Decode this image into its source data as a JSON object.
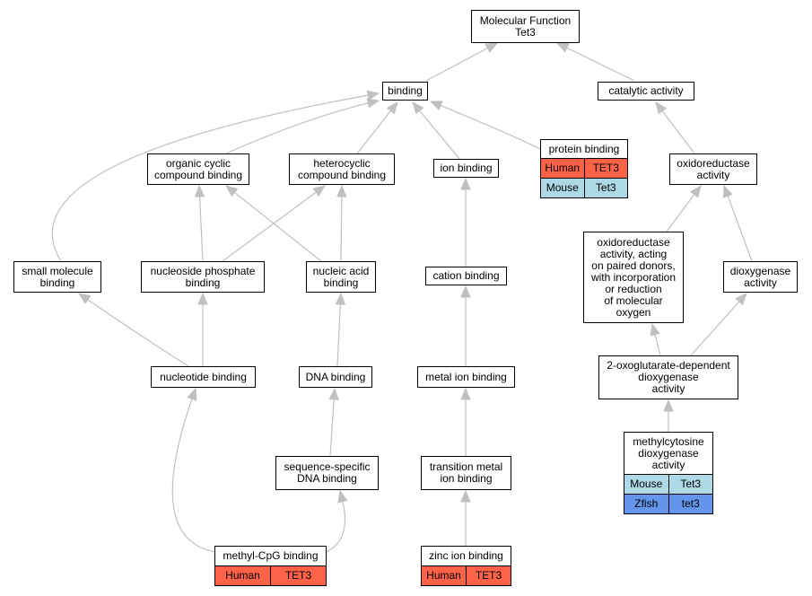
{
  "colors": {
    "edge": "#c0c0c0",
    "human": "#ff6347",
    "mouse": "#add8e6",
    "zfish": "#6495ed"
  },
  "nodes": {
    "mf": {
      "label": "Molecular Function\nTet3"
    },
    "binding": {
      "label": "binding"
    },
    "catalytic": {
      "label": "catalytic activity"
    },
    "organic_cyclic": {
      "label": "organic cyclic\ncompound binding"
    },
    "heterocyclic": {
      "label": "heterocyclic\ncompound binding"
    },
    "ion_binding": {
      "label": "ion binding"
    },
    "protein_binding": {
      "label": "protein binding",
      "annotations": [
        {
          "species": "Human",
          "gene": "TET3",
          "color": "#ff6347"
        },
        {
          "species": "Mouse",
          "gene": "Tet3",
          "color": "#add8e6"
        }
      ]
    },
    "oxidoreductase": {
      "label": "oxidoreductase\nactivity"
    },
    "small_molecule": {
      "label": "small molecule\nbinding"
    },
    "nucleoside_phosphate": {
      "label": "nucleoside phosphate\nbinding"
    },
    "nucleic_acid": {
      "label": "nucleic acid\nbinding"
    },
    "cation_binding": {
      "label": "cation binding"
    },
    "oxido_paired": {
      "label": "oxidoreductase\nactivity, acting\non paired donors,\nwith incorporation\nor reduction\nof molecular\noxygen"
    },
    "dioxygenase": {
      "label": "dioxygenase\nactivity"
    },
    "nucleotide_binding": {
      "label": "nucleotide binding"
    },
    "dna_binding": {
      "label": "DNA binding"
    },
    "metal_ion": {
      "label": "metal ion binding"
    },
    "oxoglutarate": {
      "label": "2-oxoglutarate-dependent\ndioxygenase\nactivity"
    },
    "seq_specific": {
      "label": "sequence-specific\nDNA binding"
    },
    "transition_metal": {
      "label": "transition metal\nion binding"
    },
    "methylcytosine": {
      "label": "methylcytosine\ndioxygenase\nactivity",
      "annotations": [
        {
          "species": "Mouse",
          "gene": "Tet3",
          "color": "#add8e6"
        },
        {
          "species": "Zfish",
          "gene": "tet3",
          "color": "#6495ed"
        }
      ]
    },
    "methyl_cpg": {
      "label": "methyl-CpG binding",
      "annotations": [
        {
          "species": "Human",
          "gene": "TET3",
          "color": "#ff6347"
        }
      ]
    },
    "zinc_ion": {
      "label": "zinc ion binding",
      "annotations": [
        {
          "species": "Human",
          "gene": "TET3",
          "color": "#ff6347"
        }
      ]
    }
  },
  "edges": [
    {
      "from": "binding",
      "to": "mf"
    },
    {
      "from": "catalytic",
      "to": "mf"
    },
    {
      "from": "organic_cyclic",
      "to": "binding"
    },
    {
      "from": "heterocyclic",
      "to": "binding"
    },
    {
      "from": "ion_binding",
      "to": "binding"
    },
    {
      "from": "protein_binding",
      "to": "binding"
    },
    {
      "from": "small_molecule",
      "to": "binding"
    },
    {
      "from": "oxidoreductase",
      "to": "catalytic"
    },
    {
      "from": "nucleoside_phosphate",
      "to": "organic_cyclic"
    },
    {
      "from": "nucleoside_phosphate",
      "to": "heterocyclic"
    },
    {
      "from": "nucleic_acid",
      "to": "organic_cyclic"
    },
    {
      "from": "nucleic_acid",
      "to": "heterocyclic"
    },
    {
      "from": "cation_binding",
      "to": "ion_binding"
    },
    {
      "from": "oxido_paired",
      "to": "oxidoreductase"
    },
    {
      "from": "dioxygenase",
      "to": "oxidoreductase"
    },
    {
      "from": "nucleotide_binding",
      "to": "small_molecule"
    },
    {
      "from": "nucleotide_binding",
      "to": "nucleoside_phosphate"
    },
    {
      "from": "dna_binding",
      "to": "nucleic_acid"
    },
    {
      "from": "metal_ion",
      "to": "cation_binding"
    },
    {
      "from": "oxoglutarate",
      "to": "oxido_paired"
    },
    {
      "from": "oxoglutarate",
      "to": "dioxygenase"
    },
    {
      "from": "seq_specific",
      "to": "dna_binding"
    },
    {
      "from": "transition_metal",
      "to": "metal_ion"
    },
    {
      "from": "methylcytosine",
      "to": "oxoglutarate"
    },
    {
      "from": "methyl_cpg",
      "to": "nucleotide_binding"
    },
    {
      "from": "methyl_cpg",
      "to": "seq_specific"
    },
    {
      "from": "zinc_ion",
      "to": "transition_metal"
    }
  ]
}
